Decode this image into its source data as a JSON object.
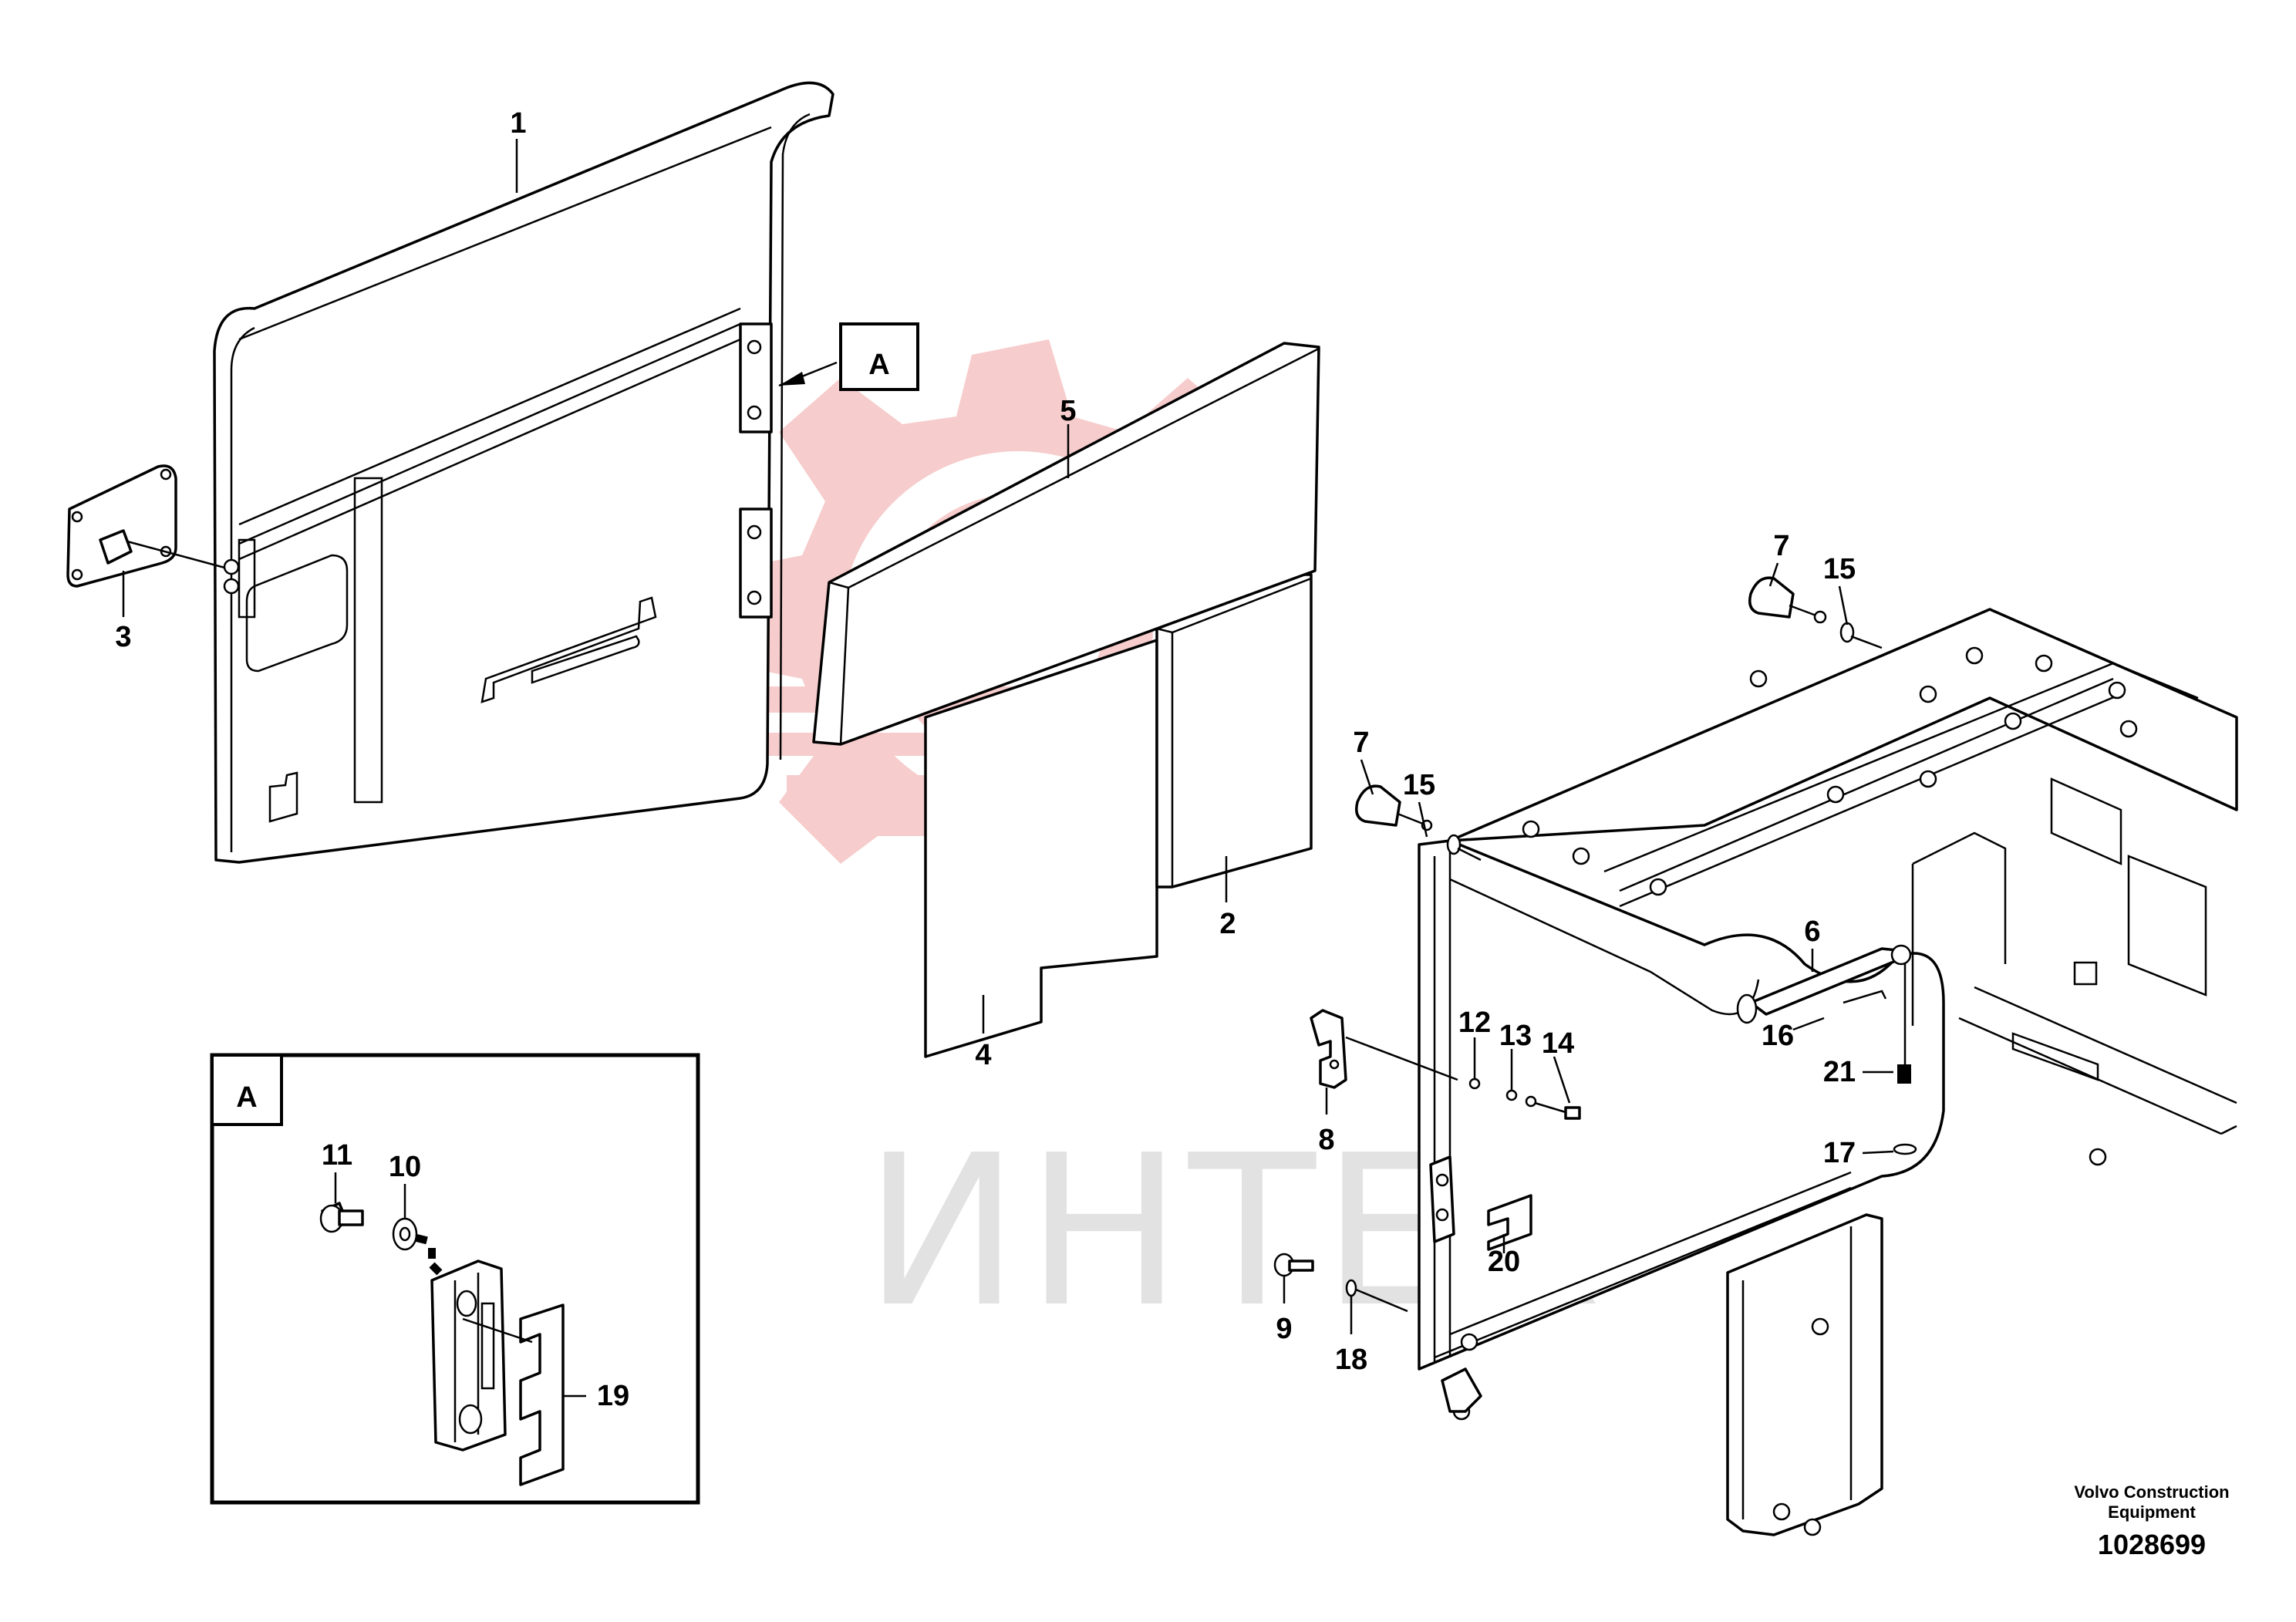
{
  "callouts": {
    "c1": "1",
    "c2": "2",
    "c3": "3",
    "c4": "4",
    "c5": "5",
    "c6": "6",
    "c7a": "7",
    "c7b": "7",
    "c8": "8",
    "c9": "9",
    "c10": "10",
    "c11": "11",
    "c12": "12",
    "c13": "13",
    "c14": "14",
    "c15a": "15",
    "c15b": "15",
    "c16": "16",
    "c17": "17",
    "c18": "18",
    "c19": "19",
    "c20": "20",
    "c21": "21"
  },
  "view_marker": {
    "main": "A",
    "detail": "A"
  },
  "watermark": {
    "text": "ИНТЕХ",
    "color": "#f4c5c5",
    "text_color": "#e2e2e2"
  },
  "footer": {
    "line1": "Volvo Construction",
    "line2": "Equipment",
    "number": "1028699"
  }
}
